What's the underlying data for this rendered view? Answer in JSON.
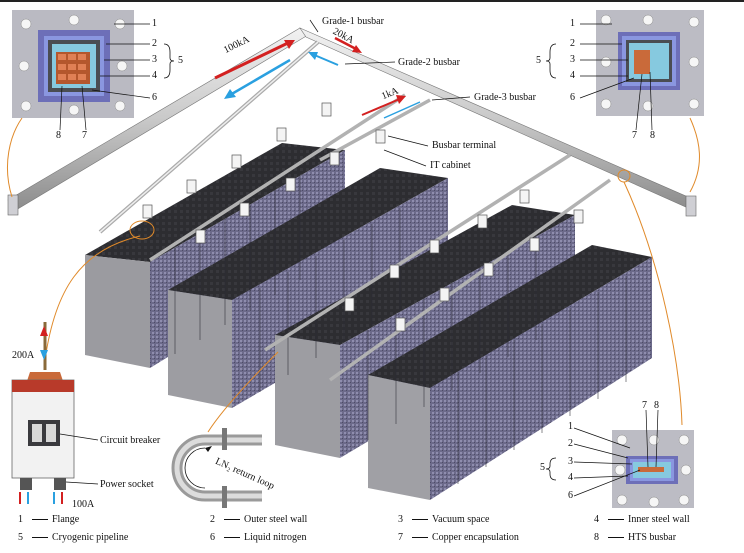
{
  "labels": {
    "grade1": "Grade-1 busbar",
    "grade2": "Grade-2 busbar",
    "grade3": "Grade-3 busbar",
    "terminal": "Busbar terminal",
    "cabinet": "IT cabinet",
    "breaker": "Circuit breaker",
    "socket": "Power socket",
    "return_loop": "LN₂ return loop",
    "current_100kA": "100kA",
    "current_20kA": "20kA",
    "current_1kA": "1kA",
    "current_200A": "200A",
    "current_100A": "100A"
  },
  "callouts": {
    "tl": [
      "1",
      "2",
      "3",
      "4",
      "5",
      "6",
      "7",
      "8"
    ],
    "tr": [
      "1",
      "2",
      "3",
      "4",
      "5",
      "6",
      "7",
      "8"
    ],
    "br": [
      "1",
      "2",
      "3",
      "4",
      "5",
      "6",
      "7",
      "8"
    ]
  },
  "legend": [
    {
      "n": "1",
      "text": "Flange"
    },
    {
      "n": "2",
      "text": "Outer steel wall"
    },
    {
      "n": "3",
      "text": "Vacuum space"
    },
    {
      "n": "4",
      "text": "Inner steel wall"
    },
    {
      "n": "5",
      "text": "Cryogenic pipeline"
    },
    {
      "n": "6",
      "text": "Liquid nitrogen"
    },
    {
      "n": "7",
      "text": "Copper encapsulation"
    },
    {
      "n": "8",
      "text": "HTS busbar"
    }
  ],
  "colors": {
    "arrow_red": "#d32020",
    "arrow_blue": "#2aa0e0",
    "flange": "#bcbcc4",
    "vacuum": "#7f8fd6",
    "nitrogen": "#8fd0ec",
    "copper": "#c96a3a",
    "cabinet_top": "#3a3a3e",
    "cabinet_side": "#9a9a9e",
    "leader_orange": "#e08a2a"
  }
}
